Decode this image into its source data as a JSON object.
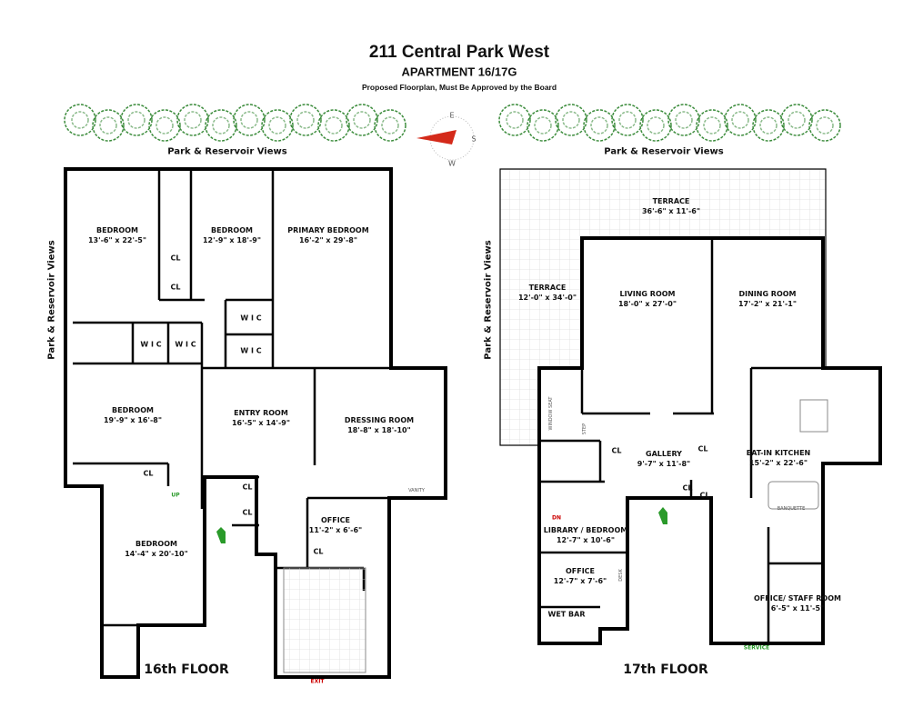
{
  "header": {
    "title": "211 Central Park West",
    "apartment": "APARTMENT 16/17G",
    "subtitle": "Proposed Floorplan, Must Be Approved by the Board"
  },
  "compass": {
    "north_arrow_color": "#d42a1a",
    "labels": {
      "e": "E",
      "s": "S",
      "w": "W"
    }
  },
  "colors": {
    "walls": "#000000",
    "trees": "#3c8c3c",
    "exit": "#cc0000",
    "up": "#2a9a2a"
  },
  "views": {
    "left_top": "Park & Reservoir Views",
    "left_side": "Park & Reservoir Views",
    "right_top": "Park & Reservoir Views",
    "right_side": "Park & Reservoir Views"
  },
  "floor16": {
    "label": "16th FLOOR",
    "rooms": [
      {
        "name": "BEDROOM",
        "dims": "13'-6\" x 22'-5\""
      },
      {
        "name": "BEDROOM",
        "dims": "12'-9\" x 18'-9\""
      },
      {
        "name": "PRIMARY BEDROOM",
        "dims": "16'-2\" x 29'-8\""
      },
      {
        "name": "BEDROOM",
        "dims": "19'-9\" x 16'-8\""
      },
      {
        "name": "ENTRY ROOM",
        "dims": "16'-5\" x 14'-9\""
      },
      {
        "name": "DRESSING ROOM",
        "dims": "18'-8\" x 18'-10\""
      },
      {
        "name": "BEDROOM",
        "dims": "14'-4\" x 20'-10\""
      },
      {
        "name": "OFFICE",
        "dims": "11'-2\" x 6'-6\""
      }
    ],
    "closets": [
      "CL",
      "CL",
      "CL",
      "CL",
      "CL",
      "CL"
    ],
    "wics": [
      "W I C",
      "W I C",
      "W I C",
      "W I C"
    ],
    "up": "UP",
    "vanity": "VANITY",
    "exit": "EXIT"
  },
  "floor17": {
    "label": "17th FLOOR",
    "rooms": [
      {
        "name": "TERRACE",
        "dims": "36'-6\" x 11'-6\""
      },
      {
        "name": "TERRACE",
        "dims": "12'-0\" x 34'-0\""
      },
      {
        "name": "LIVING ROOM",
        "dims": "18'-0\" x 27'-0\""
      },
      {
        "name": "DINING ROOM",
        "dims": "17'-2\" x 21'-1\""
      },
      {
        "name": "GALLERY",
        "dims": "9'-7\" x 11'-8\""
      },
      {
        "name": "EAT-IN KITCHEN",
        "dims": "15'-2\" x 22'-6\""
      },
      {
        "name": "LIBRARY / BEDROOM",
        "dims": "12'-7\" x 10'-6\""
      },
      {
        "name": "OFFICE",
        "dims": "12'-7\" x 7'-6\""
      },
      {
        "name": "OFFICE/ STAFF ROOM",
        "dims": "6'-5\" x 11'-5\""
      },
      {
        "name": "WET BAR",
        "dims": ""
      }
    ],
    "closets": [
      "CL",
      "CL",
      "CL",
      "CL"
    ],
    "window_seat": "WINDOW SEAT",
    "step": "STEP",
    "dn": "DN",
    "banquette": "BANQUETTE",
    "desk": "DESK",
    "service": "SERVICE"
  }
}
